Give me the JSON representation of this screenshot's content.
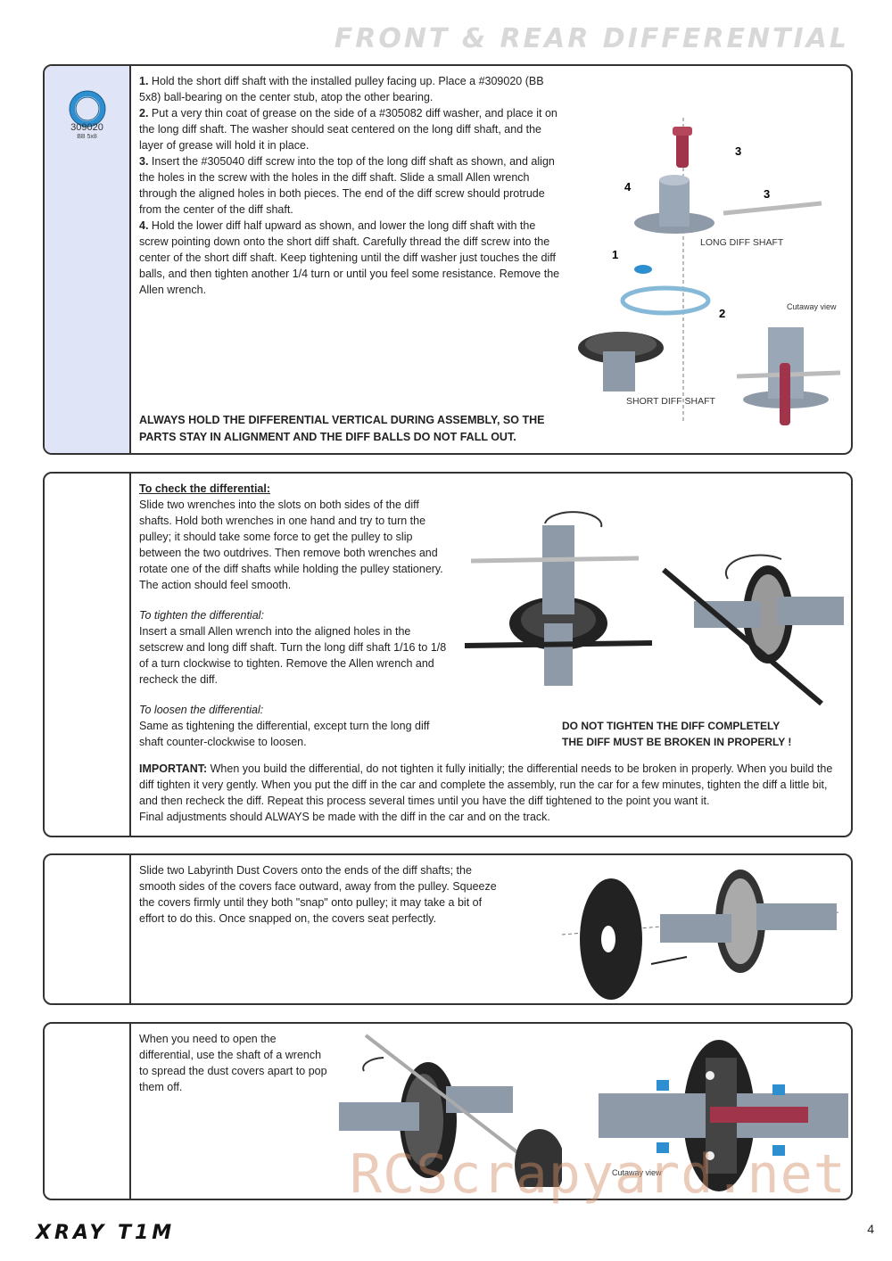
{
  "header": {
    "title": "FRONT & REAR DIFFERENTIAL"
  },
  "section1": {
    "part_number": "309020",
    "part_desc": "BB 5x8",
    "steps": [
      {
        "num": "1.",
        "text": "Hold the short diff shaft with the installed pulley facing up. Place a #309020 (BB 5x8) ball-bearing on the center stub, atop the other bearing."
      },
      {
        "num": "2.",
        "text": "Put a very thin coat of grease on the side of a #305082 diff washer, and place it on the long diff shaft. The washer should seat centered on the long diff shaft, and the layer of grease will hold it in place."
      },
      {
        "num": "3.",
        "text": "Insert the #305040 diff screw into the top of the long diff shaft as shown, and align the holes in the screw with the holes in the diff shaft. Slide a small Allen wrench through the aligned holes in both pieces. The end of the diff screw should protrude from the center of the diff shaft."
      },
      {
        "num": "4.",
        "text": "Hold the lower diff half upward as shown, and lower the long diff shaft with the screw pointing down onto the short diff shaft. Carefully thread the diff screw into the center of the short diff shaft. Keep tightening until the diff washer just touches the diff balls, and then tighten another 1/4 turn or until you feel some resistance. Remove the Allen wrench."
      }
    ],
    "warning": "ALWAYS HOLD THE DIFFERENTIAL VERTICAL DURING ASSEMBLY, SO THE PARTS STAY IN ALIGNMENT AND THE DIFF BALLS DO NOT FALL OUT.",
    "labels": {
      "long_shaft": "LONG DIFF SHAFT",
      "short_shaft": "SHORT DIFF SHAFT",
      "cutaway": "Cutaway view"
    },
    "markers": [
      "1",
      "2",
      "3",
      "3",
      "4"
    ]
  },
  "section2": {
    "check_heading": "To check the differential:",
    "check_text": "Slide two wrenches into the slots on both sides of the diff shafts. Hold both wrenches in one hand and try to turn the pulley; it should take some force to get the pulley to slip between the two outdrives. Then remove both wrenches and rotate one of the diff shafts while holding the pulley stationery. The action should feel smooth.",
    "tighten_heading": "To tighten the differential:",
    "tighten_text": "Insert a small Allen wrench into the aligned holes in the setscrew and long diff shaft. Turn the long diff shaft 1/16 to 1/8 of a turn clockwise to tighten. Remove the Allen wrench and recheck the diff.",
    "loosen_heading": "To loosen the differential:",
    "loosen_text": "Same as tightening the differential, except turn the long diff shaft counter-clockwise to loosen.",
    "warning1": "DO NOT TIGHTEN THE DIFF COMPLETELY",
    "warning2": "THE DIFF MUST BE BROKEN IN PROPERLY !",
    "important_label": "IMPORTANT:",
    "important_text": " When you build the differential, do not tighten it fully initially; the differential needs to be broken in properly. When you build the diff tighten it very gently. When you put the diff in the car and complete the assembly, run the car for a few minutes, tighten the diff a little bit, and then recheck the diff. Repeat this process several times until you have the diff tightened to the point you want it.",
    "final_text": "Final adjustments should ALWAYS be made with the diff in the car and on the track."
  },
  "section3": {
    "text": "Slide two Labyrinth Dust Covers onto the ends of the diff shafts; the smooth sides of the covers face outward, away from the pulley. Squeeze the covers firmly until they both \"snap\" onto pulley; it may take a bit of effort to do this. Once snapped on, the covers seat perfectly."
  },
  "section4": {
    "text": "When you need to open the differential, use the shaft of a wrench to spread the dust covers apart to pop them off.",
    "cutaway": "Cutaway view"
  },
  "footer": {
    "logo": "XRAY T1M",
    "page": "4",
    "watermark": "RCScrapyard.net"
  },
  "colors": {
    "sidebar_blue": "#dfe4f6",
    "part_blue": "#2d8fd0",
    "shaft_grey": "#8e9aa8",
    "screw_red": "#a0344a",
    "gear_black": "#222222"
  }
}
